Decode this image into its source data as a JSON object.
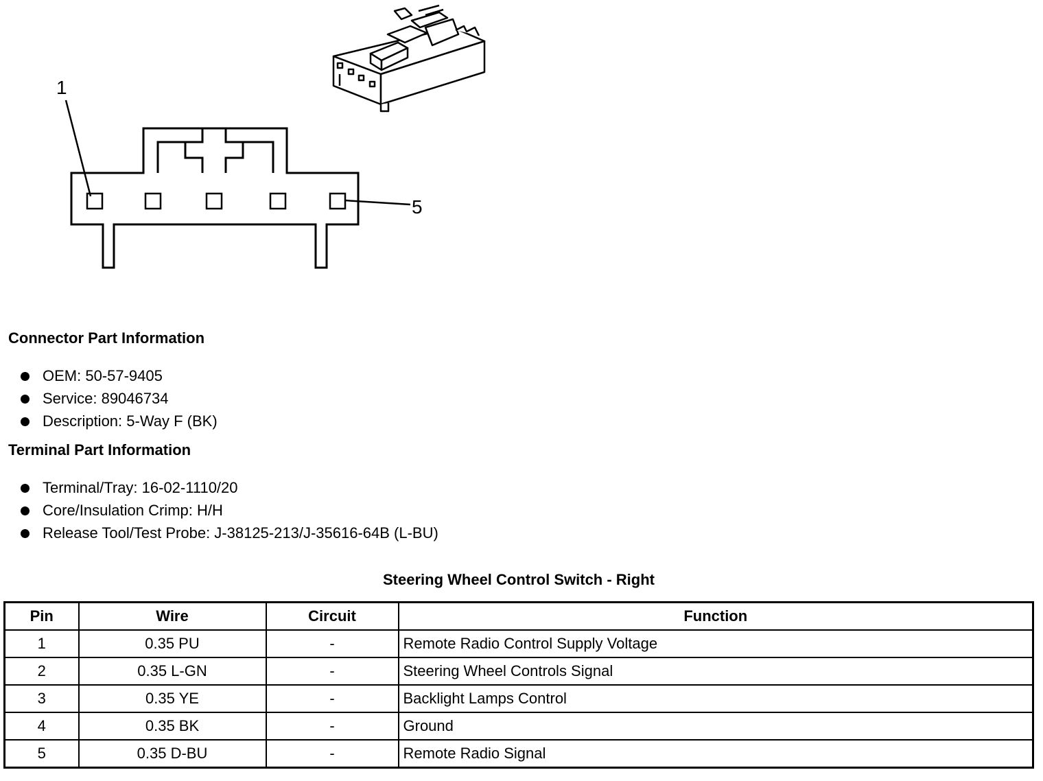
{
  "diagram": {
    "callout_first": "1",
    "callout_last": "5"
  },
  "connector": {
    "heading": "Connector Part Information",
    "items": [
      "OEM: 50-57-9405",
      "Service: 89046734",
      "Description: 5-Way F (BK)"
    ]
  },
  "terminal": {
    "heading": "Terminal Part Information",
    "items": [
      "Terminal/Tray: 16-02-1110/20",
      "Core/Insulation Crimp: H/H",
      "Release Tool/Test Probe: J-38125-213/J-35616-64B (L-BU)"
    ]
  },
  "pin_table": {
    "title": "Steering Wheel Control Switch - Right",
    "headers": [
      "Pin",
      "Wire",
      "Circuit",
      "Function"
    ],
    "rows": [
      [
        "1",
        "0.35 PU",
        "-",
        "Remote Radio Control Supply Voltage"
      ],
      [
        "2",
        "0.35 L-GN",
        "-",
        "Steering Wheel Controls Signal"
      ],
      [
        "3",
        "0.35 YE",
        "-",
        "Backlight Lamps Control"
      ],
      [
        "4",
        "0.35 BK",
        "-",
        "Ground"
      ],
      [
        "5",
        "0.35 D-BU",
        "-",
        "Remote Radio Signal"
      ]
    ]
  }
}
